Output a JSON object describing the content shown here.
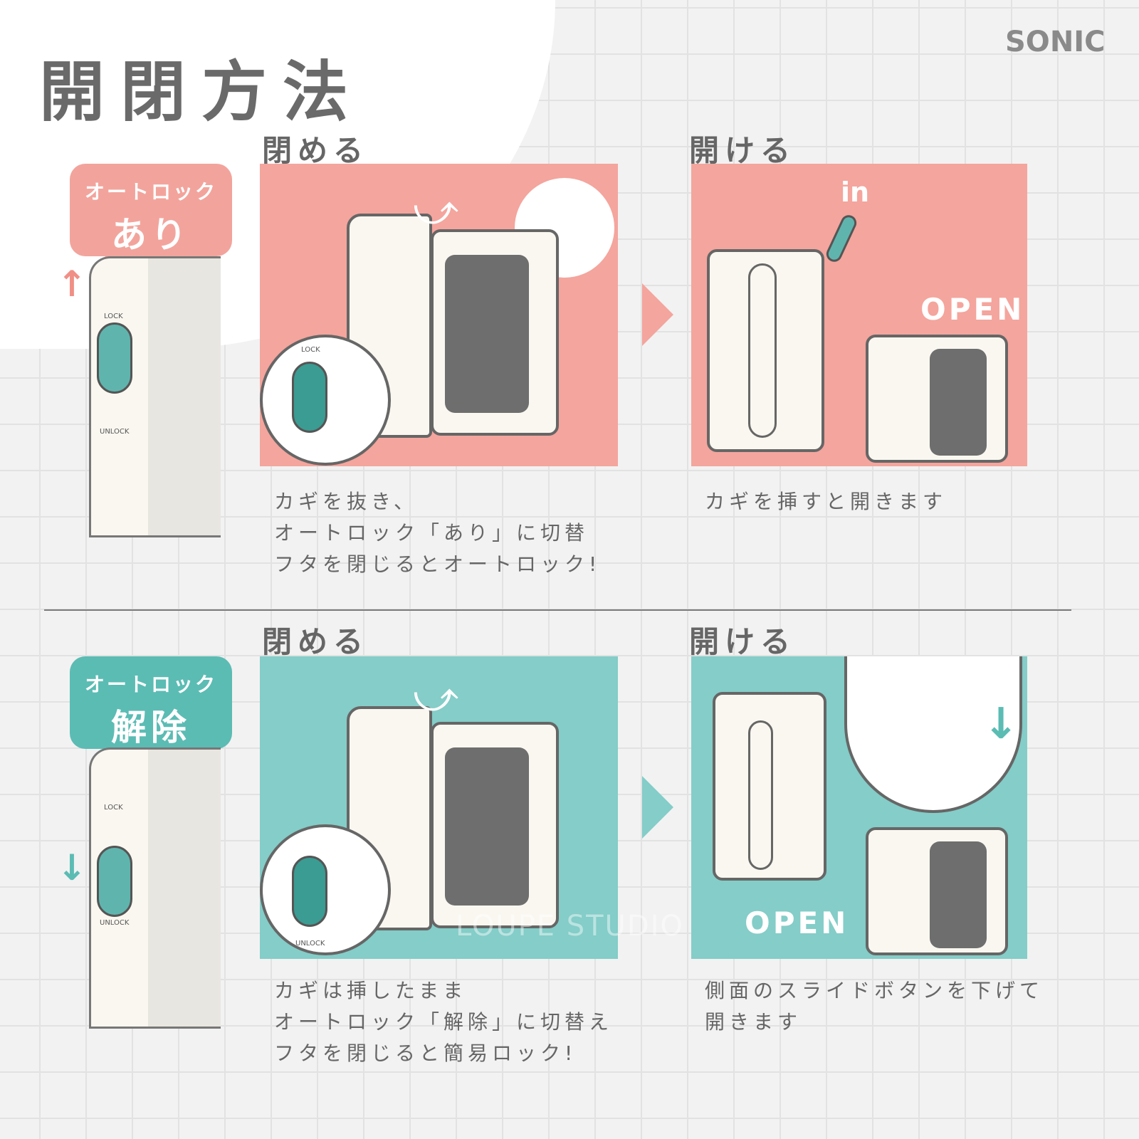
{
  "title": "開閉方法",
  "logo": "SONIC",
  "colors": {
    "pink": "#f4a59d",
    "pink_badge": "#f2a49c",
    "teal": "#84cdc8",
    "teal_badge": "#5bbcb4",
    "text": "#666666"
  },
  "sections": [
    {
      "badge_line1": "オートロック",
      "badge_line2": "あり",
      "lock_label": "LOCK",
      "unlock_label": "UNLOCK",
      "arrow": "up",
      "close": {
        "heading": "閉める",
        "caption": "カギを抜き、\nオートロック「あり」に切替\nフタを閉じるとオートロック!",
        "inset_lock_label": "LOCK"
      },
      "open": {
        "heading": "開ける",
        "caption": "カギを挿すと開きます",
        "in_label": "in",
        "open_label": "OPEN"
      }
    },
    {
      "badge_line1": "オートロック",
      "badge_line2": "解除",
      "lock_label": "LOCK",
      "unlock_label": "UNLOCK",
      "arrow": "down",
      "close": {
        "heading": "閉める",
        "caption": "カギは挿したまま\nオートロック「解除」に切替え\nフタを閉じると簡易ロック!",
        "inset_lock_label": "UNLOCK"
      },
      "open": {
        "heading": "開ける",
        "caption": "側面のスライドボタンを下げて\n開きます",
        "open_label": "OPEN"
      }
    }
  ],
  "watermark": "LOUPE STUDIO"
}
